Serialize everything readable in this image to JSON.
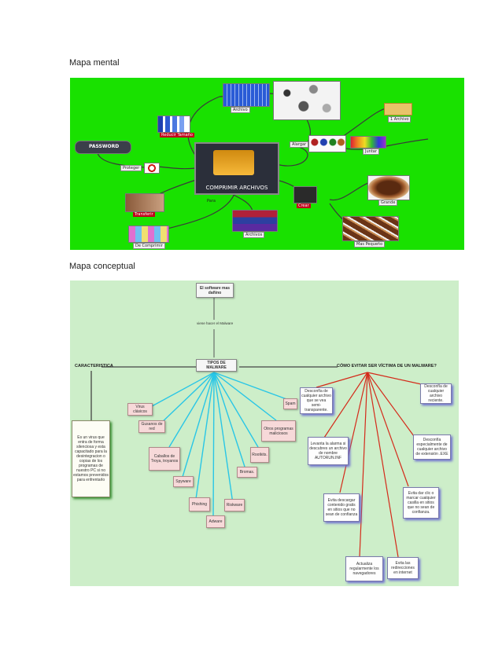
{
  "headings": {
    "mind_map": "Mapa mental",
    "concept_map": "Mapa conceptual"
  },
  "mind_map": {
    "center": "COMPRIMIR ARCHIVOS",
    "nodes": {
      "archivos_top": "Archivo",
      "stretch": "Alargar",
      "archivo_right": "1 Archivo",
      "password": "PASSWORD",
      "proteger": "Proteger",
      "disminuir": "Reducir Tamaño",
      "transfer": "Transferir",
      "juntar": "Juntar",
      "crear": "Crear",
      "comprimir": "De Comprimir",
      "archivos_bottom": "Archivos",
      "grande": "Grande",
      "mas_pequeno": "Mas Pequeño",
      "para": "Para"
    },
    "colors": {
      "background": "#19e100",
      "links": "#3a3a3a"
    }
  },
  "concept_map": {
    "root": "El software mas dañino",
    "link_label": "viene hacer el Malware",
    "hub": "TIPOS DE MALWARE",
    "left_head": "CARACTERISTICA",
    "right_head": "CÓMO EVITAR SER VÍCTIMA DE UN MALWARE?",
    "characteristic": "Es un virus que entra de forma silenciosa y esta capacitado para la desintegracion o copias de los programas de nuestro PC si no estamos prevenidos para enfrentarlo",
    "types": [
      "Virus clásicos",
      "Gusanos de red",
      "Caballos de Troya, troyanos",
      "Spyware",
      "Phishing",
      "Adware",
      "Riskware",
      "Bromas.",
      "Rootkits.",
      "Otros programas maliciosos",
      "Spam"
    ],
    "prevention": [
      "Desconfía de cualquier archivo que se vea semi-transparente.",
      "Desconfía de cualquier archivo reciente.",
      "Levanta la alarma si descubres un archivo de nombre AUTORUN.INF",
      "Desconfía especialmente de cualquier archivo de extensión .EXE",
      "Evita descargar contenido gratis en sitios que no sean de confianza",
      "Evita dar clic o marcar cualquier casilla en sitios que no sean de confianza.",
      "Actualiza regularmente los navegadores",
      "Evita las redirecciones en internet"
    ],
    "colors": {
      "background": "#cdeec9",
      "types_links": "#29c6e6",
      "prevention_links": "#d42a1a",
      "box": "#f7d9d9"
    }
  }
}
